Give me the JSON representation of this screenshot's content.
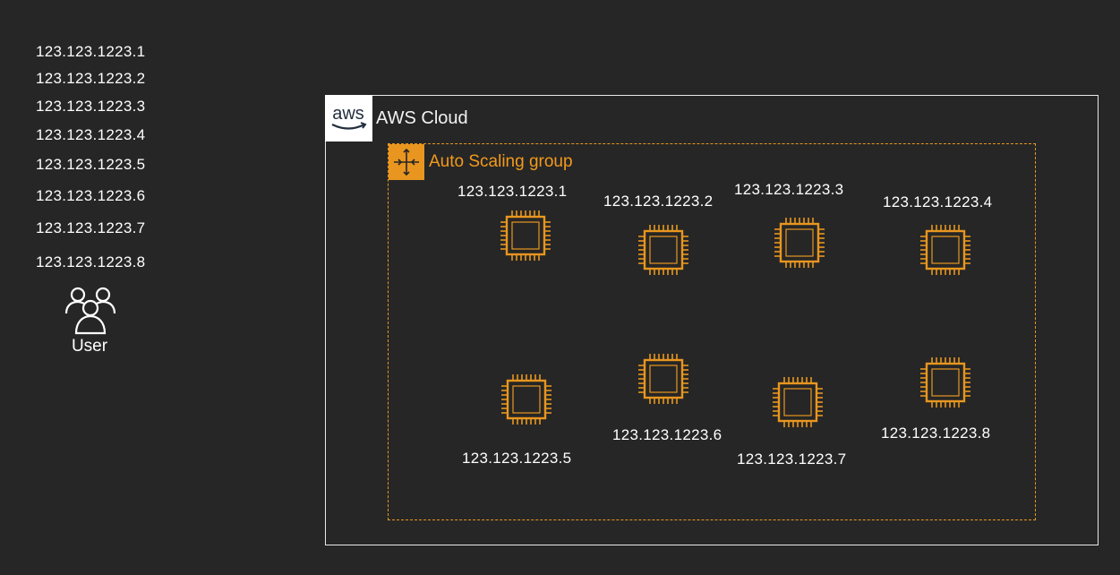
{
  "left_ip_list": [
    "123.123.1223.1",
    "123.123.1223.2",
    "123.123.1223.3",
    "123.123.1223.4",
    "123.123.1223.5",
    "123.123.1223.6",
    "123.123.1223.7",
    "123.123.1223.8"
  ],
  "user": {
    "label": "User",
    "icon": "users-icon"
  },
  "cloud": {
    "logo_text": "aws",
    "title": "AWS Cloud",
    "border_color": "#e8e8e8"
  },
  "auto_scaling_group": {
    "title": "Auto Scaling group",
    "icon": "auto-scaling-icon",
    "accent_color": "#e8961f"
  },
  "instances": [
    {
      "label": "123.123.1223.1",
      "icon": "ec2-instance-icon"
    },
    {
      "label": "123.123.1223.2",
      "icon": "ec2-instance-icon"
    },
    {
      "label": "123.123.1223.3",
      "icon": "ec2-instance-icon"
    },
    {
      "label": "123.123.1223.4",
      "icon": "ec2-instance-icon"
    },
    {
      "label": "123.123.1223.5",
      "icon": "ec2-instance-icon"
    },
    {
      "label": "123.123.1223.6",
      "icon": "ec2-instance-icon"
    },
    {
      "label": "123.123.1223.7",
      "icon": "ec2-instance-icon"
    },
    {
      "label": "123.123.1223.8",
      "icon": "ec2-instance-icon"
    }
  ]
}
